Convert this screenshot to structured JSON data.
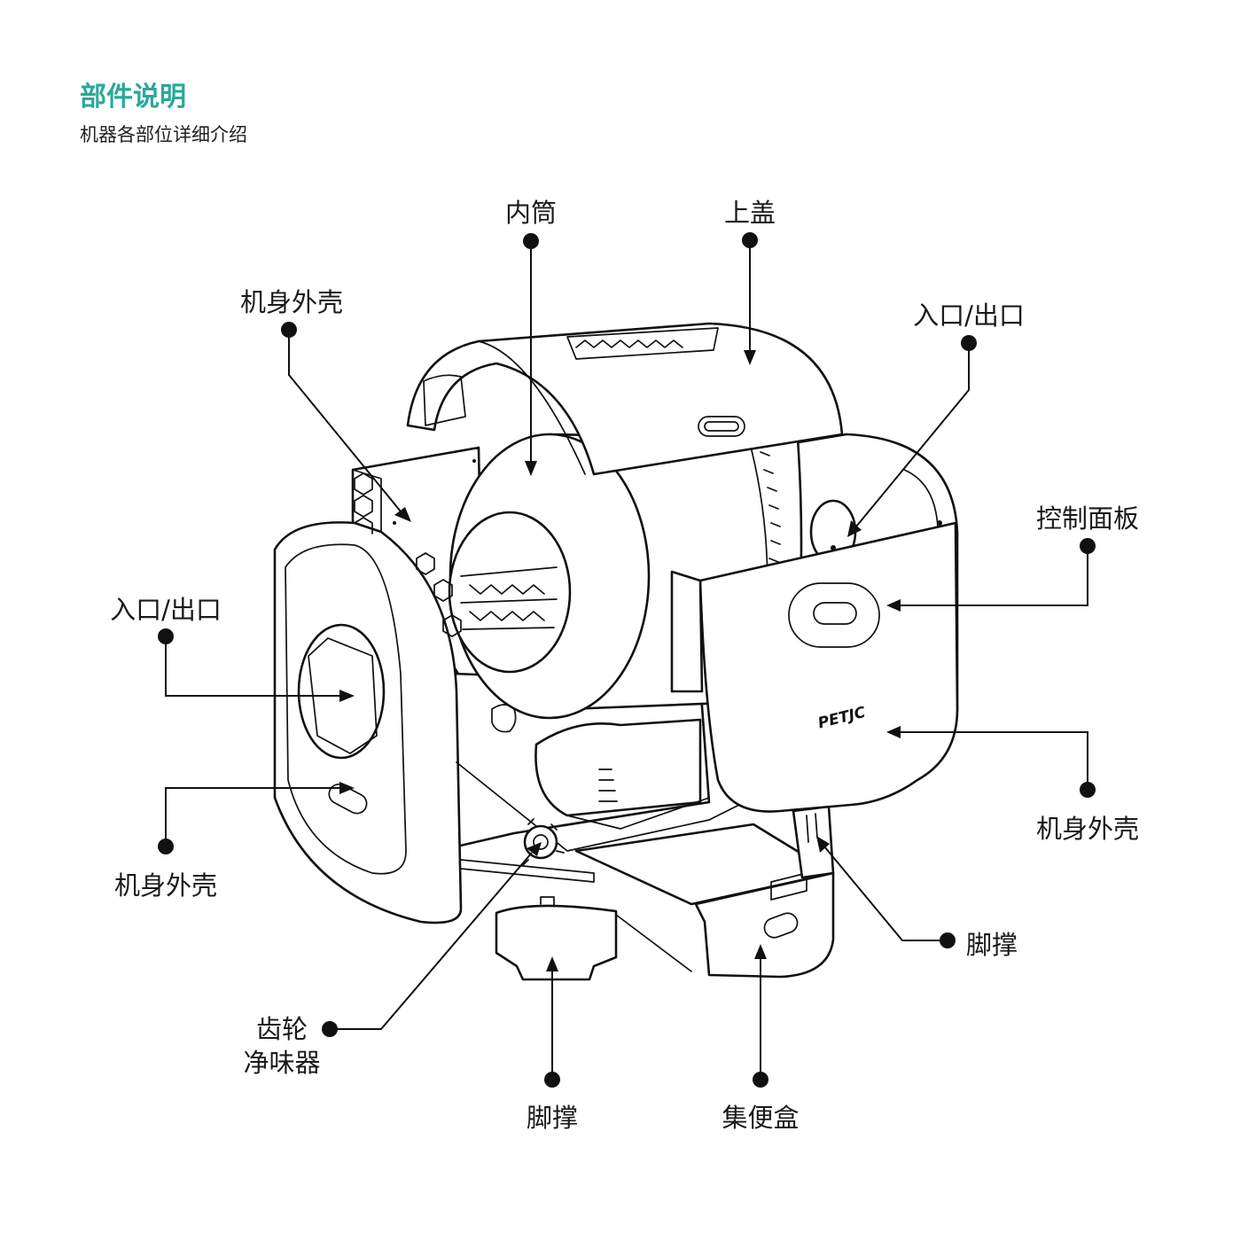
{
  "header": {
    "title": "部件说明",
    "subtitle": "机器各部位详细介绍"
  },
  "labels": {
    "inner_drum": "内筒",
    "top_cover": "上盖",
    "shell_top_left": "机身外壳",
    "entrance_right": "入口/出口",
    "control_panel": "控制面板",
    "entrance_left": "入口/出口",
    "shell_right": "机身外壳",
    "shell_bottom_left": "机身外壳",
    "foot_right": "脚撑",
    "gear": "齿轮",
    "deodorizer": "净味器",
    "foot_bottom": "脚撑",
    "waste_box": "集便盒"
  },
  "product": {
    "brand_logo": "PETJC"
  },
  "colors": {
    "title": "#2aa89a",
    "line": "#111111",
    "background": "#ffffff"
  }
}
